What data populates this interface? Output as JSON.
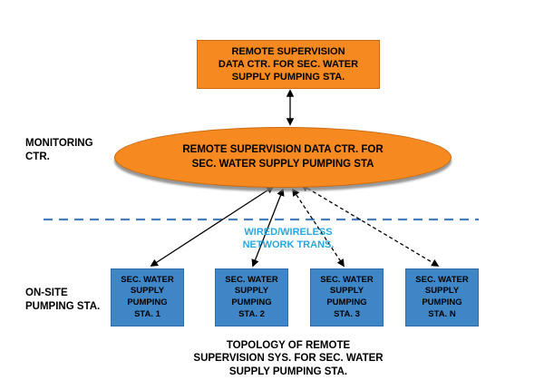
{
  "diagram": {
    "title_caption": "TOPOLOGY OF REMOTE\nSUPERVISION SYS. FOR SEC. WATER\nSUPPLY PUMPING STA.",
    "monitoring_label": "MONITORING\nCTR.",
    "onsite_label": "ON-SITE\nPUMPING STA.",
    "top_box_label": "REMOTE SUPERVISION\nDATA CTR. FOR SEC. WATER\nSUPPLY PUMPING STA.",
    "ellipse_label": "REMOTE SUPERVISION DATA CTR. FOR\nSEC. WATER SUPPLY PUMPING STA",
    "network_label": "WIRED/WIRELESS\nNETWORK TRANS.",
    "stations": [
      {
        "label": "SEC. WATER\nSUPPLY\nPUMPING\nSTA. 1"
      },
      {
        "label": "SEC. WATER\nSUPPLY\nPUMPING\nSTA. 2"
      },
      {
        "label": "SEC. WATER\nSUPPLY\nPUMPING\nSTA. 3"
      },
      {
        "label": "SEC. WATER\nSUPPLY\nPUMPING\nSTA. N"
      }
    ],
    "colors": {
      "box_orange": "#F6891F",
      "box_orange_border": "#C96A12",
      "station_blue": "#3E86C6",
      "station_blue_border": "#2F6EA8",
      "divider_blue": "#4A7EBB",
      "network_text_blue": "#29A8DF",
      "arrow_black": "#000000"
    }
  }
}
